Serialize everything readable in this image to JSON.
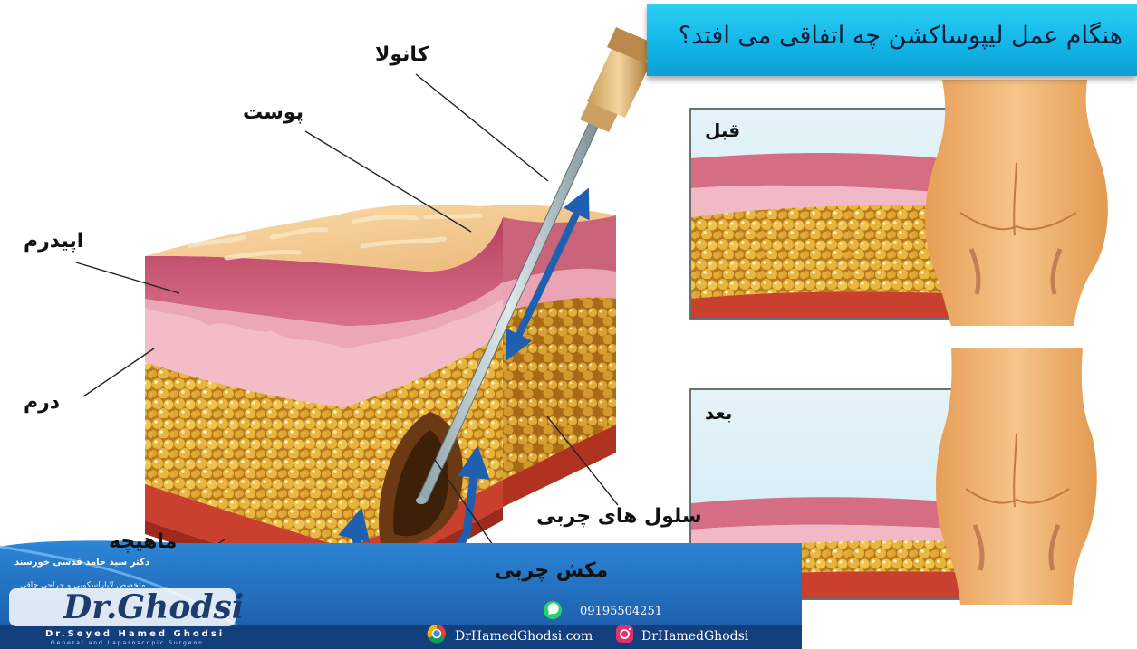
{
  "title": "هنگام عمل لیپوساکشن چه اتفاقی می افتد؟",
  "labels": {
    "cannula": "کانولا",
    "skin": "پوست",
    "epidermis": "اپیدرم",
    "dermis": "درم",
    "muscle": "ماهیچه",
    "fat_cells": "سلول های چربی",
    "fat_suction": "مکش چربی"
  },
  "panels": {
    "before": "قبل",
    "after": "بعد"
  },
  "footer": {
    "doctor_fa": "دکتر سید حامد قدسی خورسند",
    "specialty_fa": "متخصص لاپاراسکوپی و جراحی چاقی",
    "logo": "Dr.Ghodsi",
    "doctor_en": "Dr.Seyed Hamed Ghodsi",
    "subtitle_en": "General and Laparoscopic Surgeon",
    "phone": "09195504251",
    "website": "DrHamedGhodsi.com",
    "instagram": "DrHamedGhodsi"
  },
  "colors": {
    "banner": "#12b3e6",
    "footer": "#1a63b5",
    "arrow": "#1f5fb0",
    "fat": "#e7b43e",
    "skin": "#f2c98c",
    "muscle": "#c9402f"
  },
  "icons": [
    "whatsapp-icon",
    "chrome-icon",
    "instagram-icon"
  ]
}
